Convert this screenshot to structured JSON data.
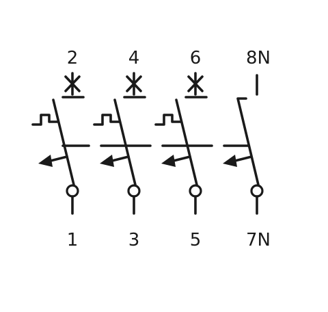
{
  "poles": [
    {
      "top_label": "2",
      "bottom_label": "1",
      "has_overcurrent_trip": true
    },
    {
      "top_label": "4",
      "bottom_label": "3",
      "has_overcurrent_trip": true
    },
    {
      "top_label": "6",
      "bottom_label": "5",
      "has_overcurrent_trip": true
    },
    {
      "top_label": "8N",
      "bottom_label": "7N",
      "has_overcurrent_trip": false
    }
  ]
}
